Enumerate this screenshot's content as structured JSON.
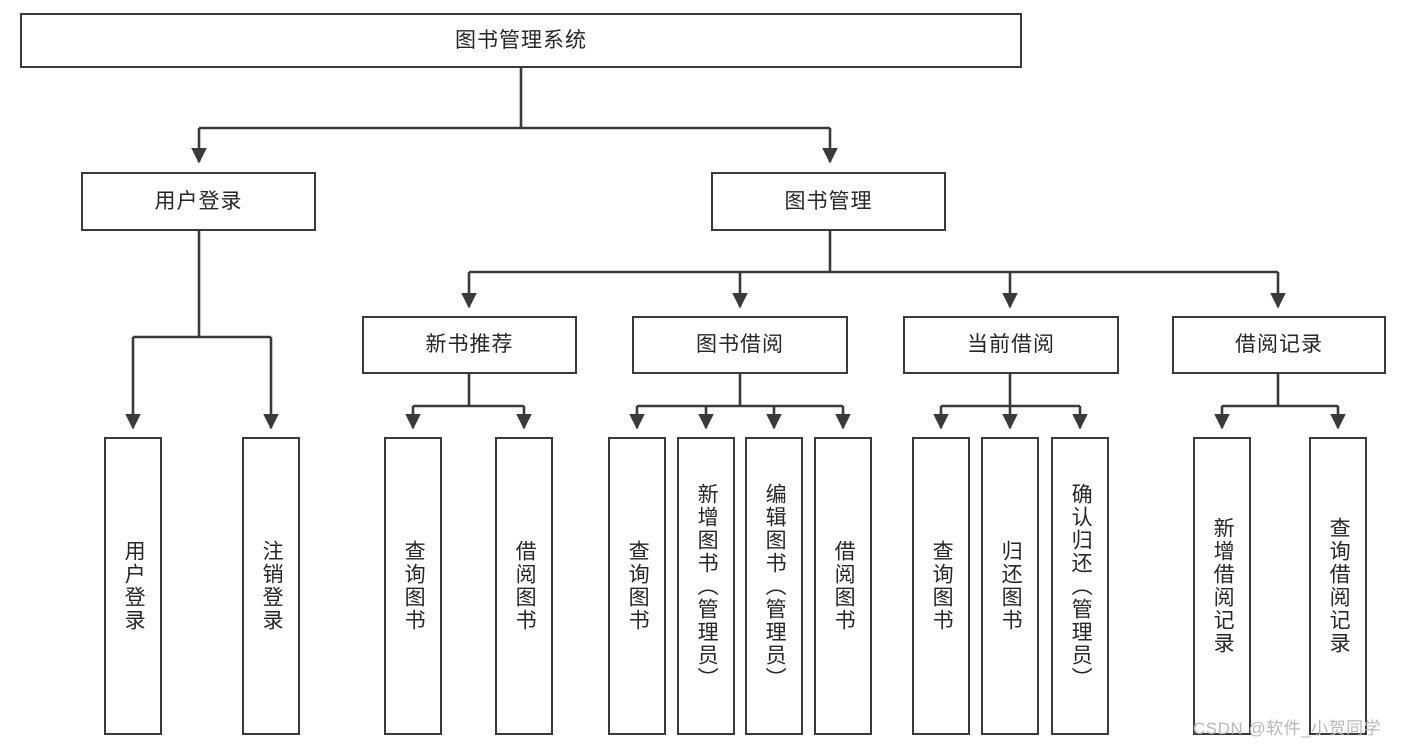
{
  "diagram": {
    "title": "图书管理系统",
    "type": "functional-structure-tree",
    "watermark": "CSDN @软件_小贺同学",
    "colors": {
      "box_border": "#3a3a3a",
      "box_fill": "#ffffff",
      "edge": "#3a3a3a",
      "text": "#262626",
      "watermark": "#b8b8b8",
      "background": "#ffffff"
    },
    "nodes": {
      "root": {
        "label": "图书管理系统",
        "orientation": "horizontal"
      },
      "level2": [
        {
          "id": "user-login",
          "label": "用户登录",
          "orientation": "horizontal"
        },
        {
          "id": "book-manage",
          "label": "图书管理",
          "orientation": "horizontal"
        }
      ],
      "level3": [
        {
          "id": "new-book-recommend",
          "label": "新书推荐",
          "orientation": "horizontal"
        },
        {
          "id": "book-borrow",
          "label": "图书借阅",
          "orientation": "horizontal"
        },
        {
          "id": "current-borrow",
          "label": "当前借阅",
          "orientation": "horizontal"
        },
        {
          "id": "borrow-record",
          "label": "借阅记录",
          "orientation": "horizontal"
        }
      ],
      "leaves": {
        "user-login": [
          {
            "id": "leaf-user-login",
            "label": "用户登录",
            "orientation": "vertical"
          },
          {
            "id": "leaf-user-logout",
            "label": "注销登录",
            "orientation": "vertical"
          }
        ],
        "new-book-recommend": [
          {
            "id": "leaf-query-book-1",
            "label": "查询图书",
            "orientation": "vertical"
          },
          {
            "id": "leaf-borrow-book-1",
            "label": "借阅图书",
            "orientation": "vertical"
          }
        ],
        "book-borrow": [
          {
            "id": "leaf-query-book-2",
            "label": "查询图书",
            "orientation": "vertical"
          },
          {
            "id": "leaf-add-book",
            "label": "新增图书（管理员）",
            "orientation": "vertical"
          },
          {
            "id": "leaf-edit-book",
            "label": "编辑图书（管理员）",
            "orientation": "vertical"
          },
          {
            "id": "leaf-borrow-book-2",
            "label": "借阅图书",
            "orientation": "vertical"
          }
        ],
        "current-borrow": [
          {
            "id": "leaf-query-book-3",
            "label": "查询图书",
            "orientation": "vertical"
          },
          {
            "id": "leaf-return-book",
            "label": "归还图书",
            "orientation": "vertical"
          },
          {
            "id": "leaf-confirm-return",
            "label": "确认归还（管理员）",
            "orientation": "vertical"
          }
        ],
        "borrow-record": [
          {
            "id": "leaf-add-record",
            "label": "新增借阅记录",
            "orientation": "vertical"
          },
          {
            "id": "leaf-query-record",
            "label": "查询借阅记录",
            "orientation": "vertical"
          }
        ]
      }
    }
  }
}
